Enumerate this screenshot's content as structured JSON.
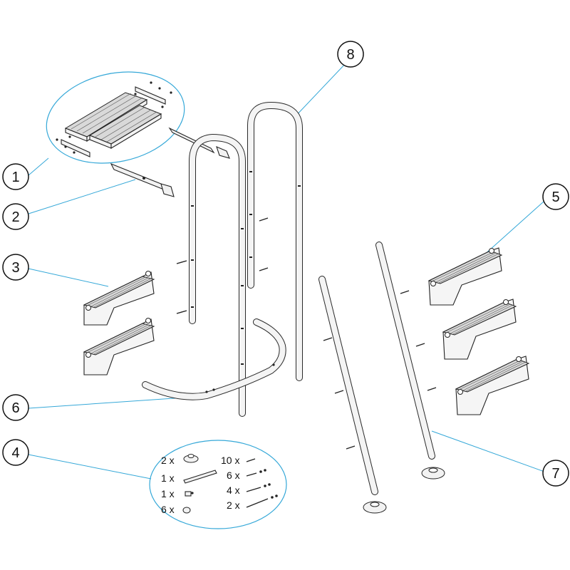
{
  "callouts": [
    "1",
    "2",
    "3",
    "4",
    "5",
    "6",
    "7",
    "8"
  ],
  "kit": {
    "left_column": [
      "2 x",
      "1 x",
      "1 x",
      "6 x"
    ],
    "right_column": [
      "10 x",
      "6 x",
      "4 x",
      "2 x"
    ]
  },
  "colors": {
    "leader": "#35a8d8",
    "outline": "#222222",
    "fill": "#f2f2f2"
  }
}
